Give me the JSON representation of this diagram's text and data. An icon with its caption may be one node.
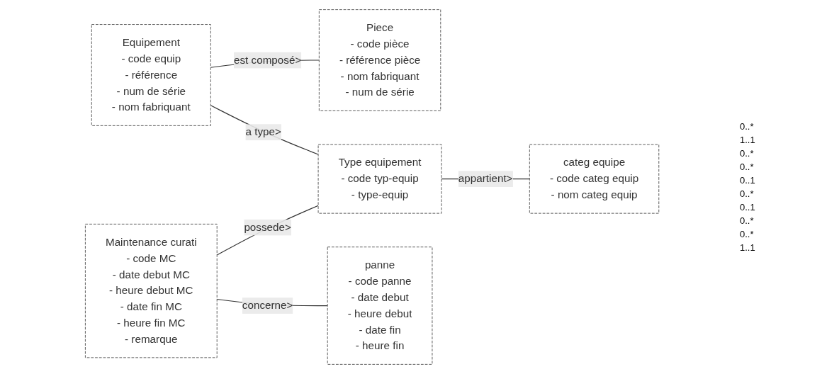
{
  "diagram": {
    "nodes": [
      {
        "text": [
          "Maintenance curati",
          "- code MC",
          "- date debut MC",
          "- heure debut MC",
          "- date fin MC",
          "- heure fin MC",
          "- remarque"
        ]
      },
      {
        "text": [
          "Equipement",
          "- code equip",
          "- référence",
          "- num de série",
          "- nom fabriquant"
        ]
      },
      {
        "text": [
          "Piece",
          "- code pièce",
          "- référence pièce",
          "- nom fabriquant",
          "- num de série"
        ]
      },
      {
        "text": [
          "Type equipement",
          "- code typ-equip",
          "- type-equip"
        ]
      },
      {
        "text": [
          "categ equipe",
          "- code categ equip",
          "- nom categ equip"
        ]
      },
      {
        "text": [
          "panne",
          "- code panne",
          "- date debut",
          "- heure debut",
          "- date fin",
          "- heure fin"
        ]
      }
    ],
    "edges": [
      {
        "from": 1,
        "to": 2,
        "arrow": "none",
        "label": "est composé>"
      },
      {
        "from": 0,
        "to": 3,
        "arrow": "none",
        "label": "possede>"
      },
      {
        "from": 1,
        "to": 3,
        "arrow": "none",
        "label": "a type>"
      },
      {
        "from": 0,
        "to": 5,
        "arrow": "none",
        "label": "concerne>"
      },
      {
        "from": 3,
        "to": 4,
        "arrow": "none",
        "label": "appartient>"
      }
    ],
    "labels": [
      "0..*",
      "1..1",
      "0..*",
      "0..*",
      "0..1",
      "0..*",
      "0..1",
      "0..*",
      "0..*",
      "1..1"
    ]
  }
}
